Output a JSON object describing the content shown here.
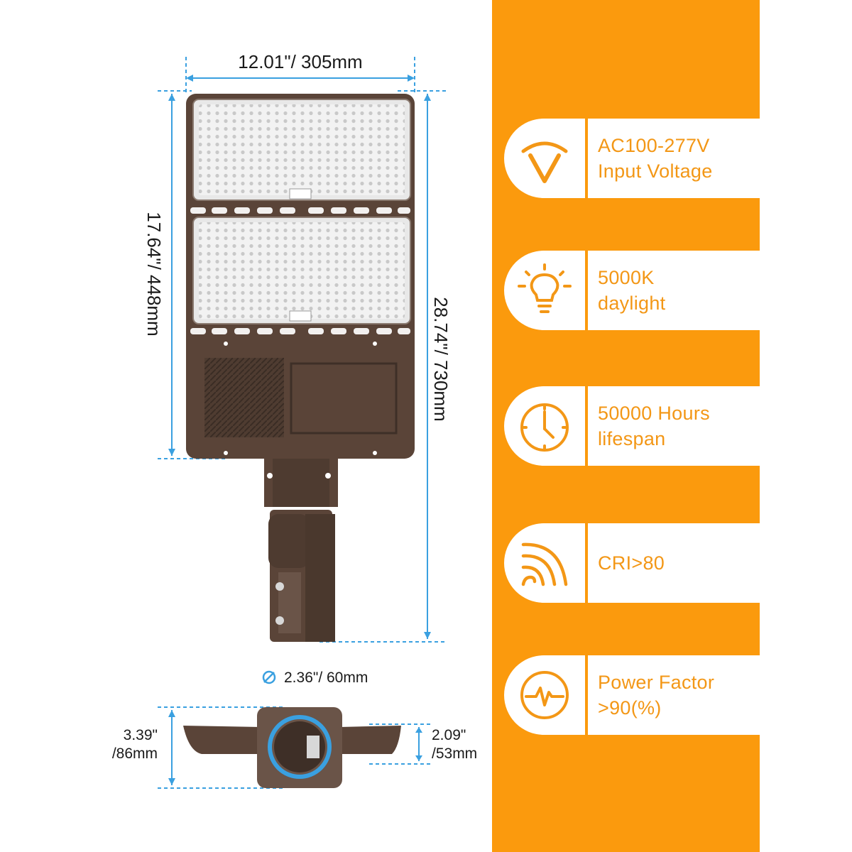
{
  "dimensions": {
    "width": "12.01\"/ 305mm",
    "fixture_height": "17.64\"/ 448mm",
    "total_height": "28.74\"/ 730mm",
    "pole_diameter": "2.36\"/ 60mm",
    "side_height_line1": "3.39\"",
    "side_height_line2": "/86mm",
    "body_thickness_line1": "2.09\"",
    "body_thickness_line2": "/53mm"
  },
  "features": [
    {
      "icon": "voltage-icon",
      "line1": "AC100-277V",
      "line2": "Input Voltage"
    },
    {
      "icon": "light-bulb-icon",
      "line1": "5000K",
      "line2": "daylight"
    },
    {
      "icon": "clock-icon",
      "line1": "50000 Hours",
      "line2": "lifespan"
    },
    {
      "icon": "signal-waves-icon",
      "line1": "CRI>80",
      "line2": ""
    },
    {
      "icon": "power-factor-icon",
      "line1": "Power Factor",
      "line2": ">90(%)"
    }
  ],
  "colors": {
    "accent_orange": "#fb9a0d",
    "icon_orange": "#f39716",
    "fixture_bronze": "#5a4438",
    "dimension_blue": "#3aa0e0"
  }
}
